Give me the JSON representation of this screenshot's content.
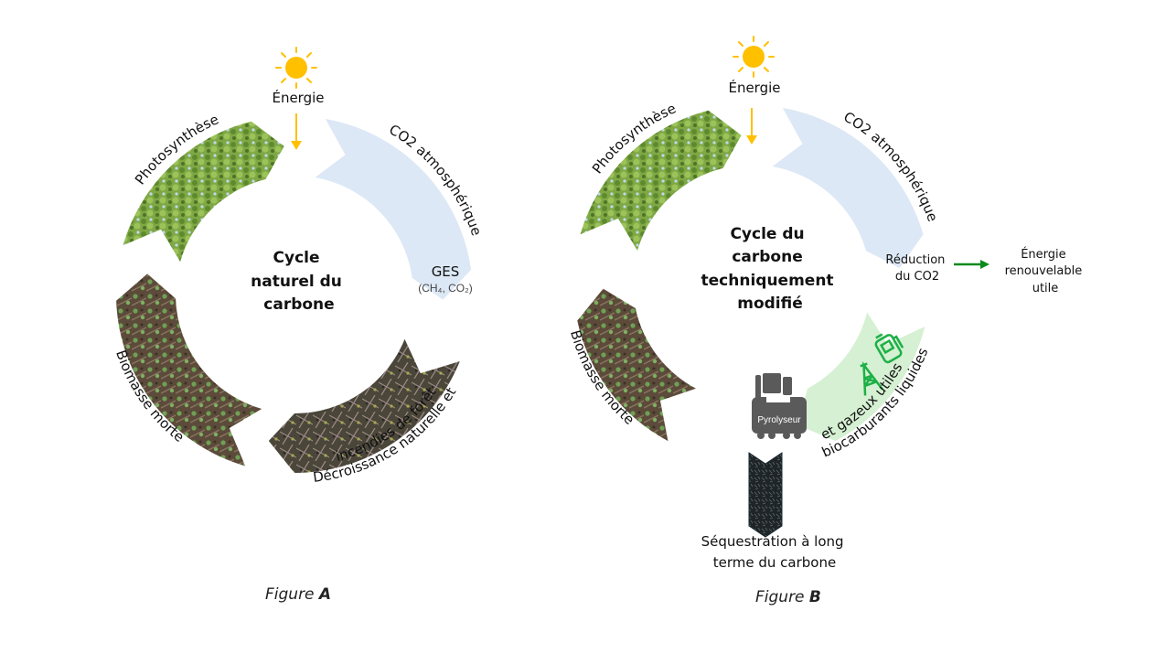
{
  "figure_a": {
    "center_title": [
      "Cycle",
      "naturel du",
      "carbone"
    ],
    "energy_label": "Énergie",
    "segments": {
      "photosynthesis": "Photosynthèse",
      "atmospheric_co2": "CO2 atmosphérique",
      "decomposition_line1": "Décroissance naturelle et",
      "decomposition_line2": "incendies de forêt",
      "dead_biomass": "Biomasse morte"
    },
    "ges_label": "GES",
    "ges_sub": "(CH₄, CO₂)",
    "caption_prefix": "Figure ",
    "caption_letter": "A"
  },
  "figure_b": {
    "center_title": [
      "Cycle du",
      "carbone",
      "techniquement",
      "modifié"
    ],
    "energy_label": "Énergie",
    "segments": {
      "photosynthesis": "Photosynthèse",
      "atmospheric_co2": "CO2 atmosphérique",
      "biofuels_line1": "biocarburants liquides",
      "biofuels_line2": "et gazeux utiles",
      "dead_biomass": "Biomasse morte"
    },
    "co2_reduction": [
      "Réduction",
      "du CO2"
    ],
    "renewable_energy": [
      "Énergie",
      "renouvelable",
      "utile"
    ],
    "pyrolyzer_label": "Pyrolyseur",
    "sequestration": [
      "Séquestration à long",
      "terme du carbone"
    ],
    "caption_prefix": "Figure ",
    "caption_letter": "B"
  },
  "colors": {
    "sun": "#FFC000",
    "co2_band": "#DCE8F5",
    "biofuel_band": "#D5F0D2",
    "green_icon": "#1DB046",
    "arrow_green": "#0B8A1E",
    "pyrolyzer": "#5A5A5A",
    "photo_green": "#6E9A3C",
    "biomass_brown": "#6B5A45",
    "decay_dark": "#4D4A3E"
  }
}
